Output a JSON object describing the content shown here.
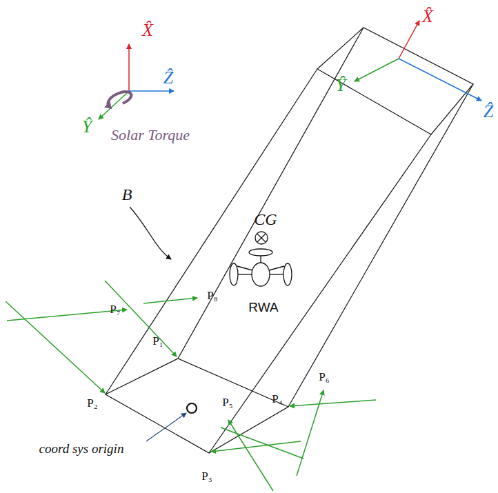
{
  "diagram": {
    "labels": [
      "X̂",
      "Ẑ",
      "Ŷ",
      "Solar Torque",
      "X̂",
      "Ŷ",
      "Ẑ",
      "B",
      "CG",
      "RWA",
      "P₁",
      "P₂",
      "P₃",
      "P₄",
      "P₅",
      "P₆",
      "P₇",
      "P₈",
      "coord sys origin"
    ]
  }
}
